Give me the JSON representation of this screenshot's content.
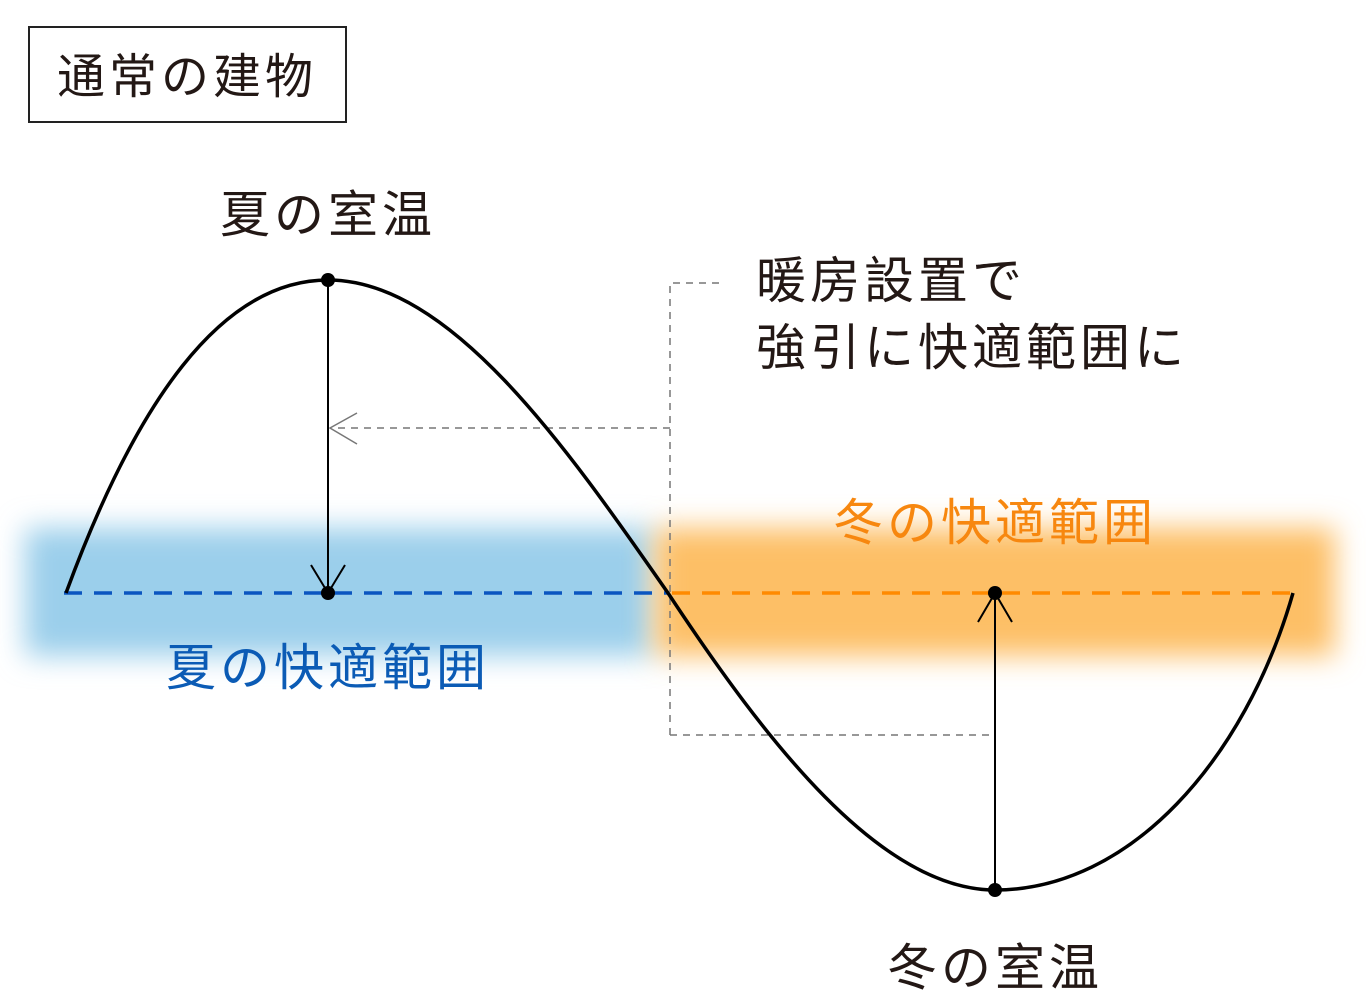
{
  "title": "通常の建物",
  "labels": {
    "summer_temp": "夏の室温",
    "winter_temp": "冬の室温",
    "summer_comfort": "夏の快適範囲",
    "winter_comfort": "冬の快適範囲",
    "heating_line1": "暖房設置で",
    "heating_line2": "強引に快適範囲に"
  },
  "colors": {
    "summer_band": "#9bcfeb",
    "winter_band": "#fdbf66",
    "summer_text": "#0b5bb5",
    "winter_text": "#f7870f",
    "summer_dash": "#0a55c0",
    "winter_dash": "#ff8a00",
    "guide": "#777777",
    "curve": "#000000"
  }
}
